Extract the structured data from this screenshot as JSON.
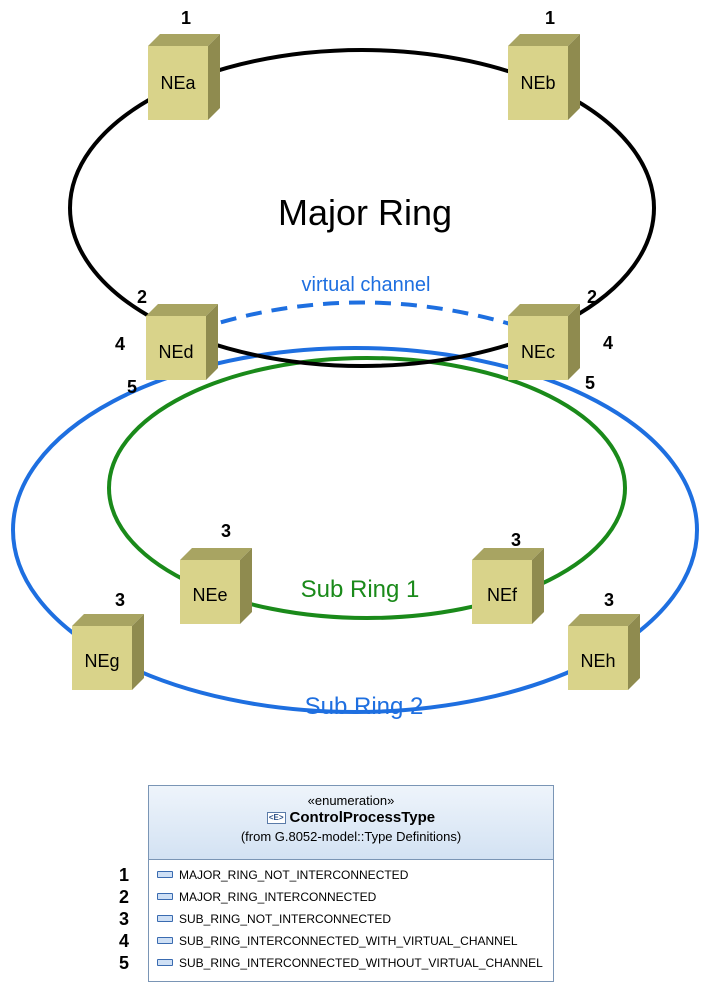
{
  "rings": {
    "major": "Major Ring",
    "virtual_channel": "virtual channel",
    "sub1": "Sub Ring 1",
    "sub2": "Sub Ring 2"
  },
  "nodes": {
    "a": {
      "label": "NEa",
      "number": "1"
    },
    "b": {
      "label": "NEb",
      "number": "1"
    },
    "d": {
      "label": "NEd",
      "number_top": "2",
      "number_left": "4",
      "number_bottom": "5"
    },
    "c": {
      "label": "NEc",
      "number_top": "2",
      "number_right": "4",
      "number_bottom": "5"
    },
    "e": {
      "label": "NEe",
      "number": "3"
    },
    "f": {
      "label": "NEf",
      "number": "3"
    },
    "g": {
      "label": "NEg",
      "number": "3"
    },
    "h": {
      "label": "NEh",
      "number": "3"
    }
  },
  "colors": {
    "major": "#000000",
    "sub1": "#1a8a1a",
    "sub2": "#1e6fe0",
    "node_front": "#d9d38a",
    "node_top": "#a8a462",
    "node_side": "#8f8b4f"
  },
  "uml": {
    "stereotype": "«enumeration»",
    "badge": "<E>",
    "name": "ControlProcessType",
    "from": "(from G.8052-model::Type Definitions)",
    "literals": [
      {
        "number": "1",
        "name": "MAJOR_RING_NOT_INTERCONNECTED"
      },
      {
        "number": "2",
        "name": "MAJOR_RING_INTERCONNECTED"
      },
      {
        "number": "3",
        "name": "SUB_RING_NOT_INTERCONNECTED"
      },
      {
        "number": "4",
        "name": "SUB_RING_INTERCONNECTED_WITH_VIRTUAL_CHANNEL"
      },
      {
        "number": "5",
        "name": "SUB_RING_INTERCONNECTED_WITHOUT_VIRTUAL_CHANNEL"
      }
    ]
  }
}
